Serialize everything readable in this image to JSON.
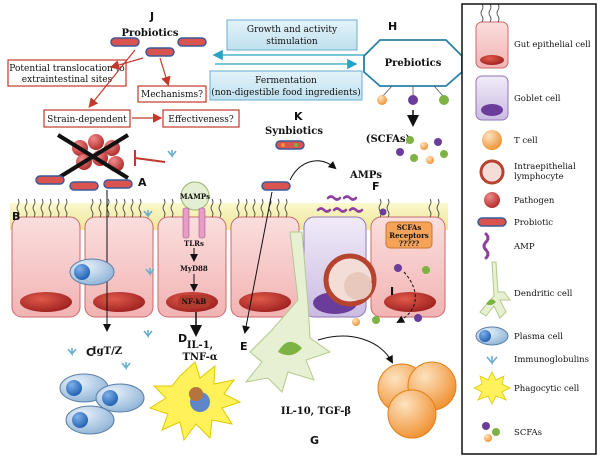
{
  "letters": {
    "A": "A",
    "B": "B",
    "C": "C",
    "D": "D",
    "E": "E",
    "F": "F",
    "G": "G",
    "H": "H",
    "I": "I",
    "J": "J",
    "K": "K"
  },
  "labels": {
    "probiotics": "Probiotics",
    "prebiotics": "Prebiotics",
    "synbiotics": "Synbiotics",
    "growth_1": "Growth and activity",
    "growth_2": "stimulation",
    "ferment_1": "Fermentation",
    "ferment_2": "(non-digestible food ingredients)",
    "transloc_1": "Potential translocation to",
    "transloc_2": "extraintestinal sites",
    "mechanisms": "Mechanisms?",
    "strain": "Strain-dependent",
    "effectiveness": "Effectiveness?",
    "scfas": "(SCFAs)",
    "amps": "AMPs",
    "mamps": "MAMPs",
    "tlrs": "TLRs",
    "myd88": "MyD88",
    "nfkb": "NF-kB",
    "il1_1": "IL-1,",
    "il1_2": "TNF-α",
    "igt": "IgT/Z",
    "il10": "IL-10, TGF-β",
    "scfa_rec_1": "SCFAs",
    "scfa_rec_2": "Receptors",
    "scfa_rec_3": "?????"
  },
  "legend": [
    {
      "icon": "gut-epithelial-cell-icon",
      "label": "Gut epithelial cell"
    },
    {
      "icon": "goblet-cell-icon",
      "label": "Goblet cell"
    },
    {
      "icon": "t-cell-icon",
      "label": "T cell"
    },
    {
      "icon": "intraepithelial-lymphocyte-icon",
      "label": "Intraepithelial\nlymphocyte"
    },
    {
      "icon": "pathogen-icon",
      "label": "Pathogen"
    },
    {
      "icon": "probiotic-icon",
      "label": "Probiotic"
    },
    {
      "icon": "amp-icon",
      "label": "AMP"
    },
    {
      "icon": "dendritic-cell-icon",
      "label": "Dendritic cell"
    },
    {
      "icon": "plasma-cell-icon",
      "label": "Plasma cell"
    },
    {
      "icon": "immunoglobulins-icon",
      "label": "Immunoglobulins"
    },
    {
      "icon": "phagocytic-cell-icon",
      "label": "Phagocytic cell"
    },
    {
      "icon": "scfas-icon",
      "label": "SCFAs"
    }
  ],
  "colors": {
    "epithelial": "#f7c9c9",
    "nucleus": "#c0392b",
    "mucus": "#f7f3b0",
    "goblet": "#ddd0ee",
    "tcell": "#f5a75a",
    "probiotic": "#d9534f",
    "box_blue": "#cfe7f3",
    "pathogen": "#d45050",
    "phagocyte": "#fff15a"
  }
}
